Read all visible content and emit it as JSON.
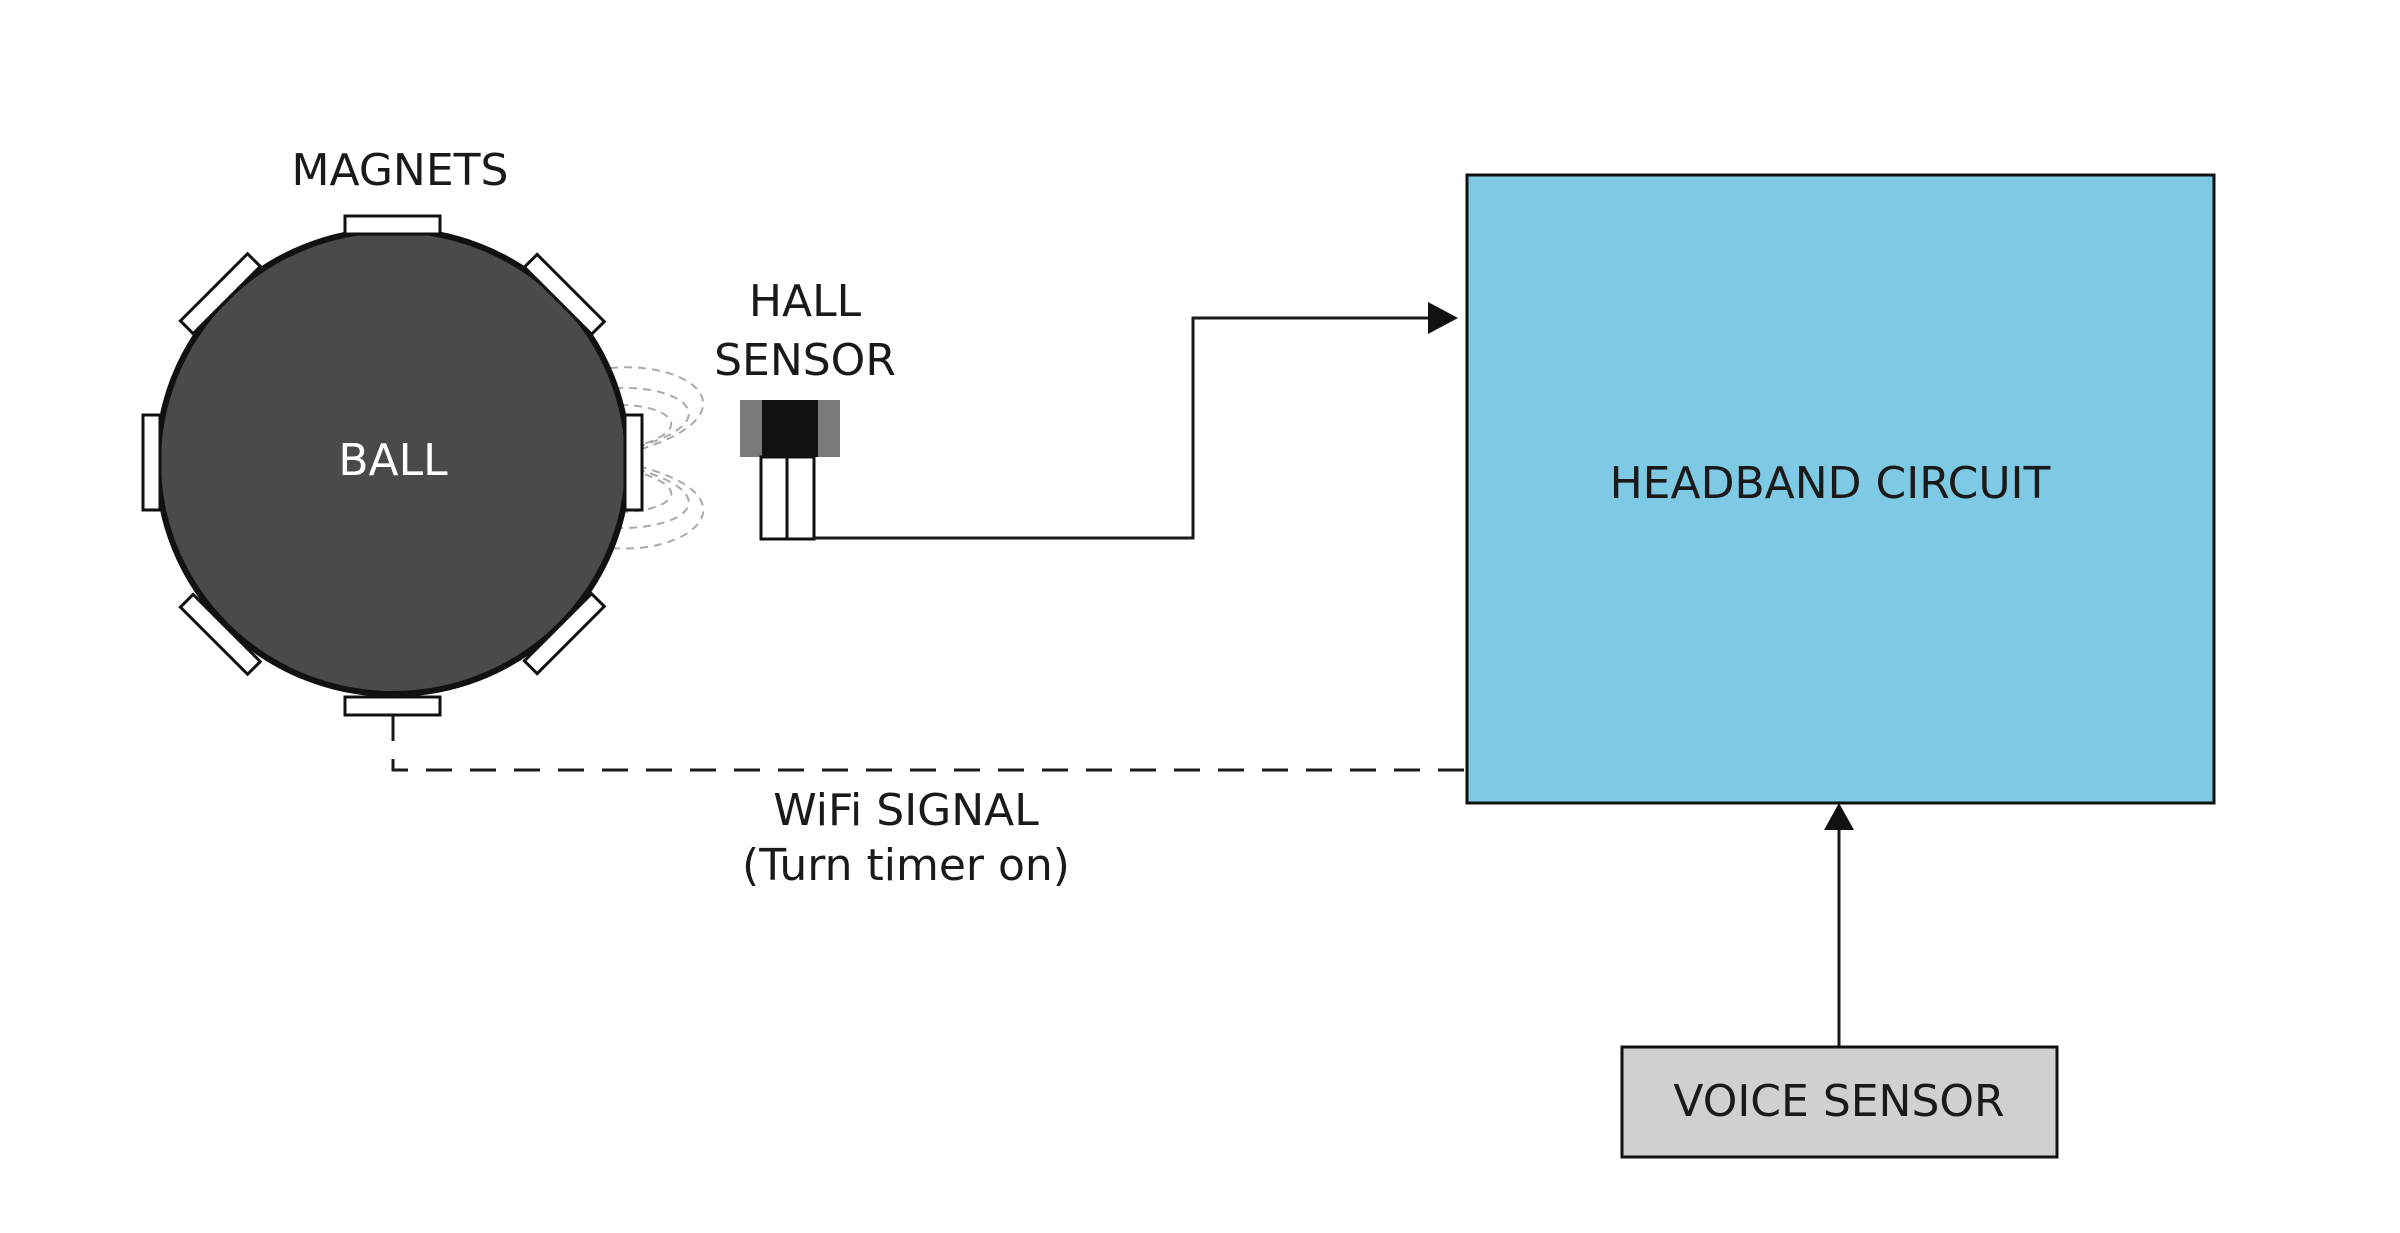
{
  "labels": {
    "magnets": "MAGNETS",
    "ball": "BALL",
    "hall_sensor_line1": "HALL",
    "hall_sensor_line2": "SENSOR",
    "headband_circuit": "HEADBAND CIRCUIT",
    "wifi_line1": "WiFi SIGNAL",
    "wifi_line2": "(Turn timer on)",
    "voice_sensor": "VOICE SENSOR"
  },
  "colors": {
    "ball_fill": "#4a4a4a",
    "headband_fill": "#7ecae5",
    "voice_sensor_fill": "#d0d0d0",
    "sensor_dark": "#111111",
    "sensor_grey": "#7a7a7a",
    "line": "#1a1a1a",
    "field_lines": "#aaaaaa"
  }
}
